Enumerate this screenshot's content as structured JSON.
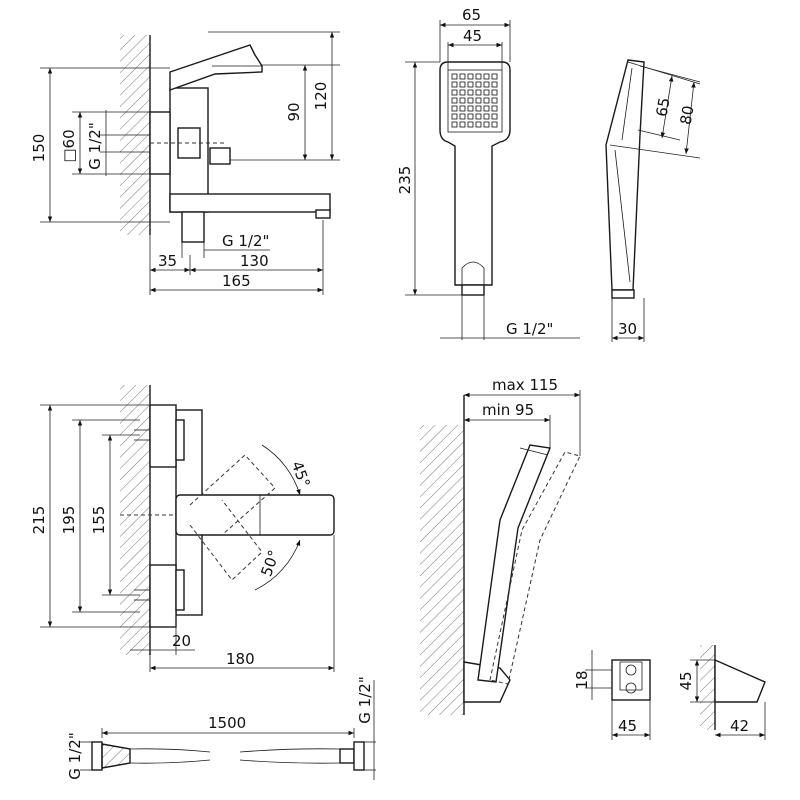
{
  "top_left_view": {
    "labels": {
      "height_total": "150",
      "square_60": "□60",
      "thread_wall": "G 1/2\"",
      "height_90": "90",
      "height_120": "120",
      "thread_outlet": "G 1/2\"",
      "width_35": "35",
      "width_130": "130",
      "width_165": "165"
    }
  },
  "hand_shower_front": {
    "labels": {
      "width_65": "65",
      "width_45": "45",
      "length_235": "235",
      "thread": "G 1/2\""
    }
  },
  "hand_shower_side": {
    "labels": {
      "size_65": "65",
      "size_80": "80",
      "thickness_30": "30"
    }
  },
  "mixer_front_view": {
    "labels": {
      "height_215": "215",
      "height_195": "195",
      "height_155": "155",
      "angle_45": "45°",
      "angle_50": "50°",
      "width_20": "20",
      "width_180": "180"
    }
  },
  "holder_reach_view": {
    "labels": {
      "max_reach": "max 115",
      "min_reach": "min 95"
    }
  },
  "wall_bracket": {
    "labels": {
      "front_height": "18",
      "front_width": "45",
      "side_height": "45",
      "side_width": "42"
    }
  },
  "hose": {
    "labels": {
      "length": "1500",
      "thread_left": "G 1/2\"",
      "thread_right": "G 1/2\""
    }
  }
}
